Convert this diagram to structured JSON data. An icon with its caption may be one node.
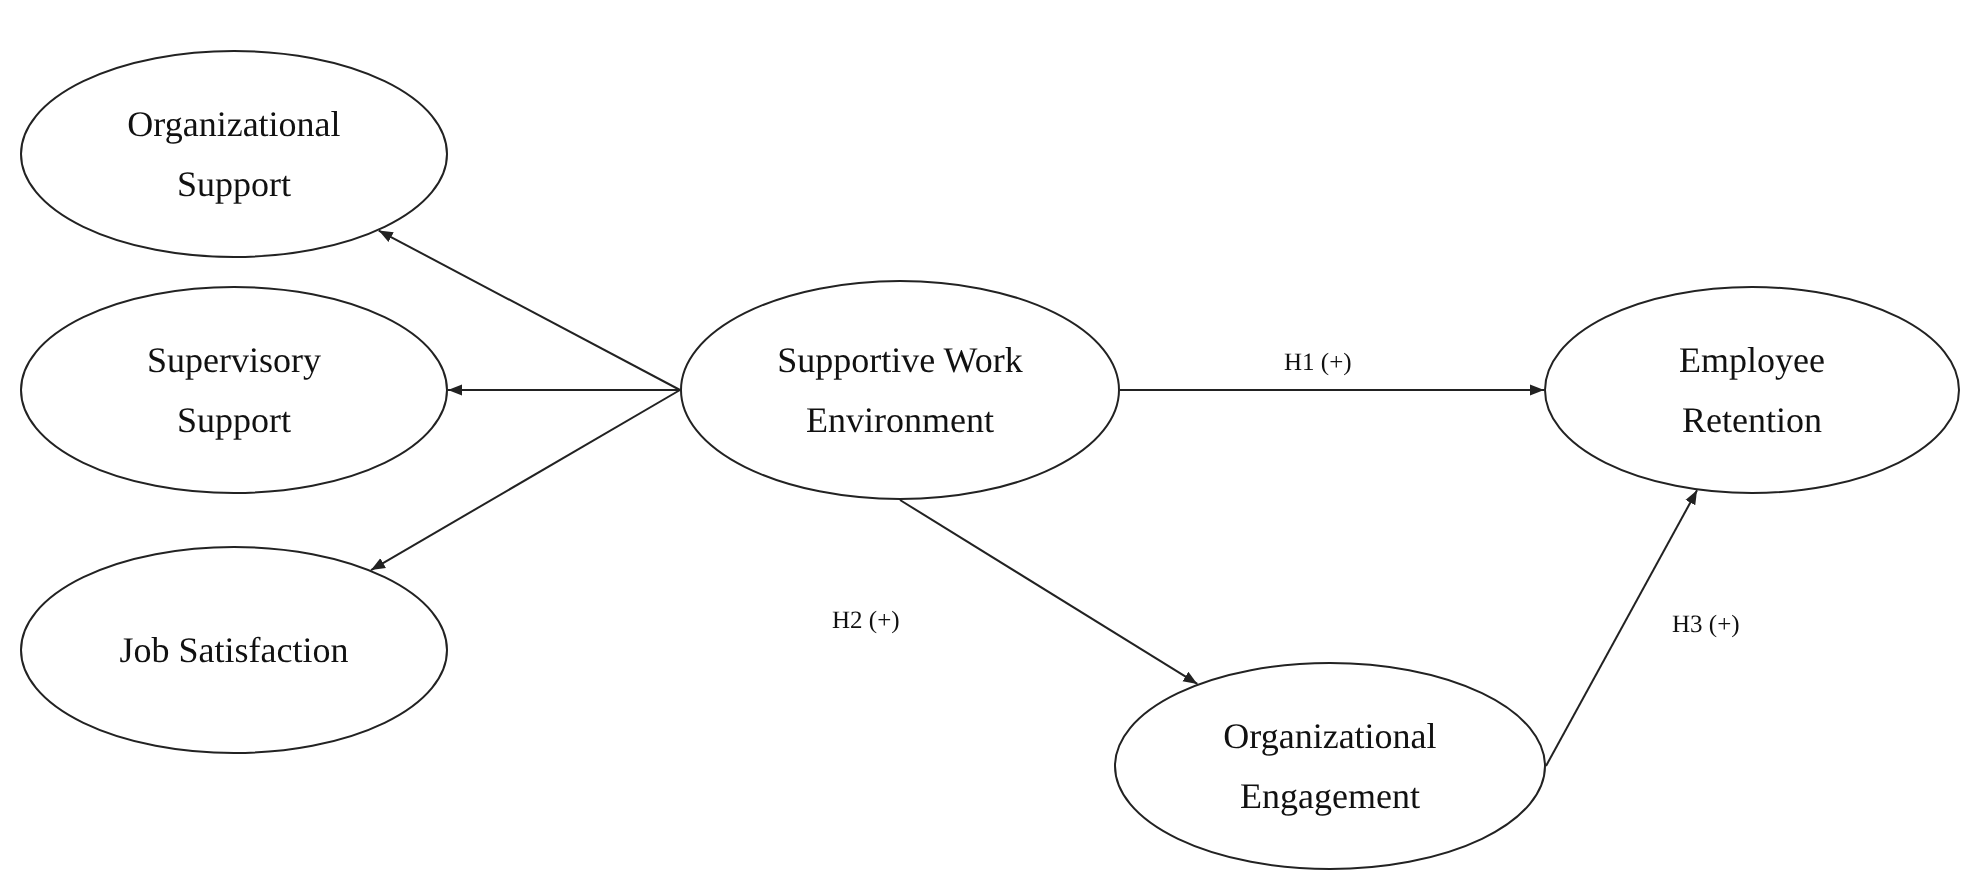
{
  "diagram": {
    "nodes": [
      {
        "text": [
          "Organizational Support"
        ]
      },
      {
        "text": [
          "Supervisory Support"
        ]
      },
      {
        "text": [
          "Job Satisfaction"
        ]
      },
      {
        "text": [
          "Supportive Work Environment"
        ]
      },
      {
        "text": [
          "Employee Retention"
        ]
      },
      {
        "text": [
          "Organizational Engagement"
        ]
      }
    ],
    "edges": [
      {
        "from": 3,
        "to": 0,
        "arrow": "to"
      },
      {
        "from": 3,
        "to": 1,
        "arrow": "to"
      },
      {
        "from": 3,
        "to": 2,
        "arrow": "to"
      },
      {
        "from": 3,
        "to": 4,
        "arrow": "to",
        "label": "H1 (+)"
      },
      {
        "from": 3,
        "to": 5,
        "arrow": "to",
        "label": "H2 (+)"
      },
      {
        "from": 5,
        "to": 4,
        "arrow": "to",
        "label": "H3 (+)"
      }
    ]
  }
}
